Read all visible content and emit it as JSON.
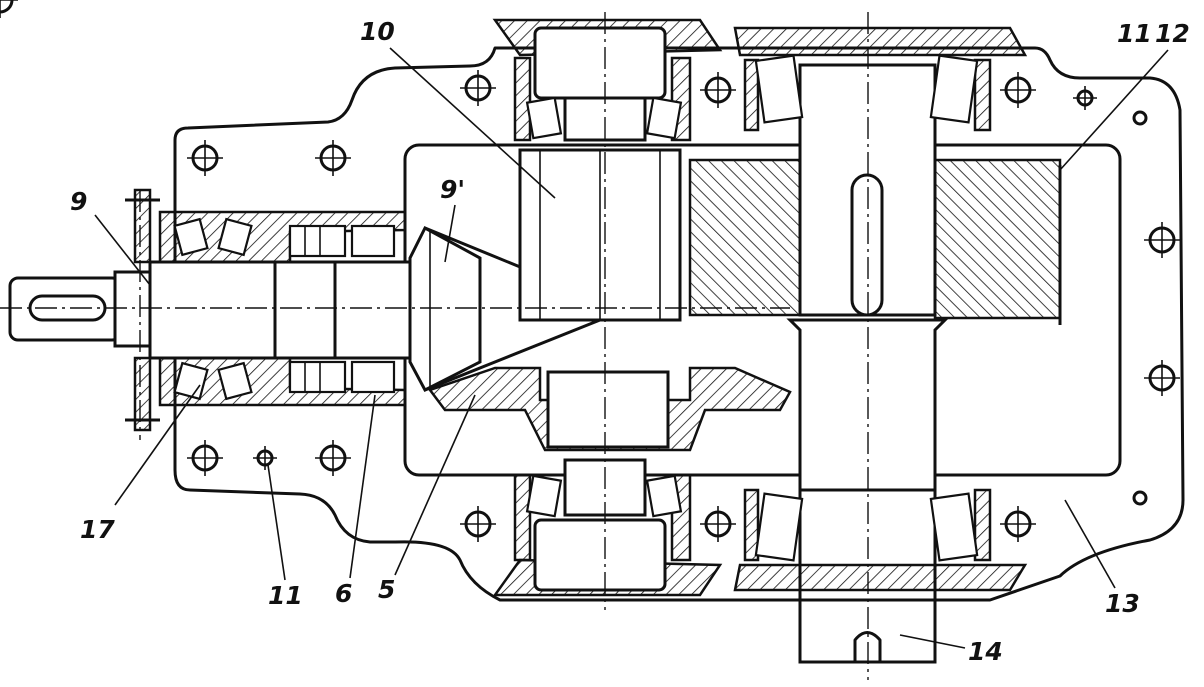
{
  "labels": {
    "l9": "9",
    "l9p": "9'",
    "l10": "10",
    "l11a": "11",
    "l12": "12",
    "l17": "17",
    "l11b": "11",
    "l6": "6",
    "l5": "5",
    "l13": "13",
    "l14": "14"
  }
}
